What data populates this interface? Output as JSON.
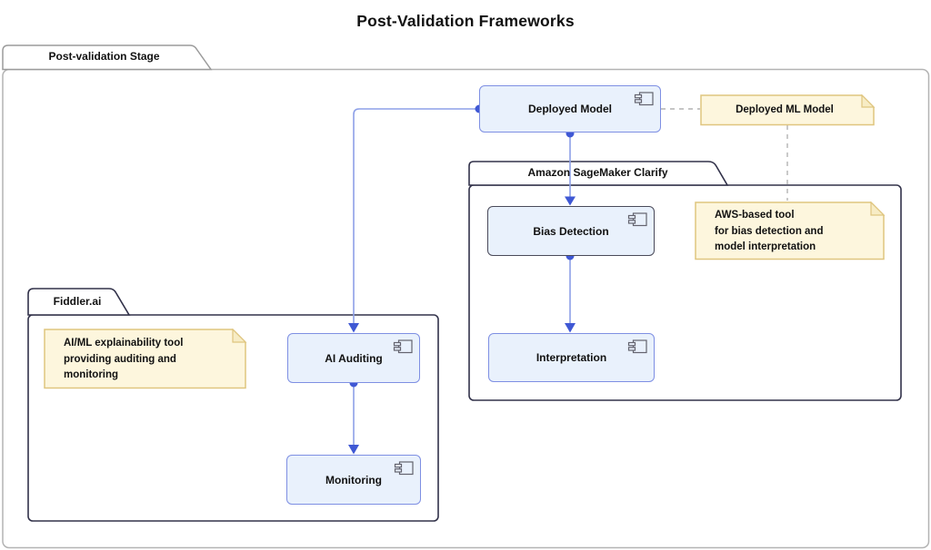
{
  "diagram": {
    "title": "Post-Validation Frameworks"
  },
  "stage": {
    "label": "Post-validation Stage"
  },
  "packages": {
    "sagemaker": {
      "label": "Amazon SageMaker Clarify"
    },
    "fiddler": {
      "label": "Fiddler.ai"
    }
  },
  "nodes": {
    "deployed_model": {
      "label": "Deployed Model"
    },
    "bias_detection": {
      "label": "Bias Detection"
    },
    "interpretation": {
      "label": "Interpretation"
    },
    "ai_auditing": {
      "label": "AI Auditing"
    },
    "monitoring": {
      "label": "Monitoring"
    }
  },
  "notes": {
    "deployed_ml": {
      "lines": [
        "Deployed ML Model"
      ]
    },
    "aws": {
      "lines": [
        "AWS-based tool",
        "for bias detection and",
        "model interpretation"
      ]
    },
    "fiddler": {
      "lines": [
        "AI/ML explainability tool",
        "providing auditing and",
        "monitoring"
      ]
    }
  },
  "connections": [
    {
      "from": "Deployed Model",
      "to": "Bias Detection",
      "style": "solid-arrow"
    },
    {
      "from": "Bias Detection",
      "to": "Interpretation",
      "style": "solid-arrow"
    },
    {
      "from": "Deployed Model",
      "to": "AI Auditing",
      "style": "solid-arrow"
    },
    {
      "from": "AI Auditing",
      "to": "Monitoring",
      "style": "solid-arrow"
    },
    {
      "from": "Deployed Model",
      "to": "Deployed ML Model",
      "style": "dashed"
    },
    {
      "from": "Deployed ML Model",
      "to": "AWS-based tool note",
      "style": "dashed"
    }
  ],
  "colors": {
    "accent_blue": "#3f58d4",
    "line_blue": "#8da0e8",
    "node_fill": "#e9f1fc",
    "node_border": "#7e8fe3",
    "node_border_dark": "#4a4a59",
    "note_fill": "#fdf6dd",
    "note_border": "#dfc57f",
    "note_fold": "#f7ecc5",
    "package_border": "#32324a",
    "stage_border": "#b3b3b3",
    "stage_tab_border": "#9b9b9b",
    "dash_gray": "#b4b4b4",
    "text_color": "#111111"
  }
}
